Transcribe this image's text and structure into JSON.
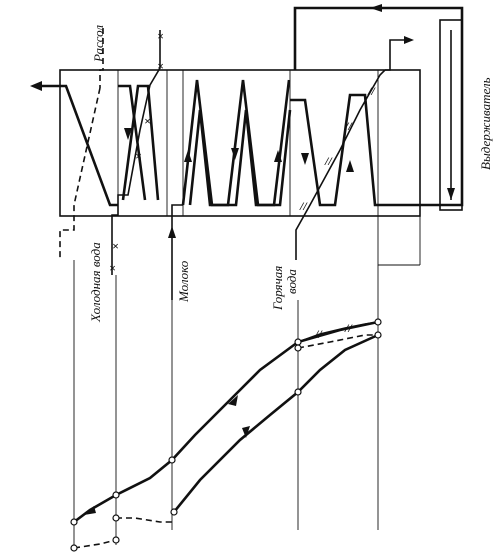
{
  "labels": {
    "brine": "Рассол",
    "cold_water": "Холодная вода",
    "milk": "Молоко",
    "hot_water": "Горячая вода",
    "hot_water_line1": "Горячая",
    "hot_water_line2": "вода",
    "holder": "Выдерживатель"
  },
  "colors": {
    "ink": "#111111",
    "background": "#ffffff"
  }
}
